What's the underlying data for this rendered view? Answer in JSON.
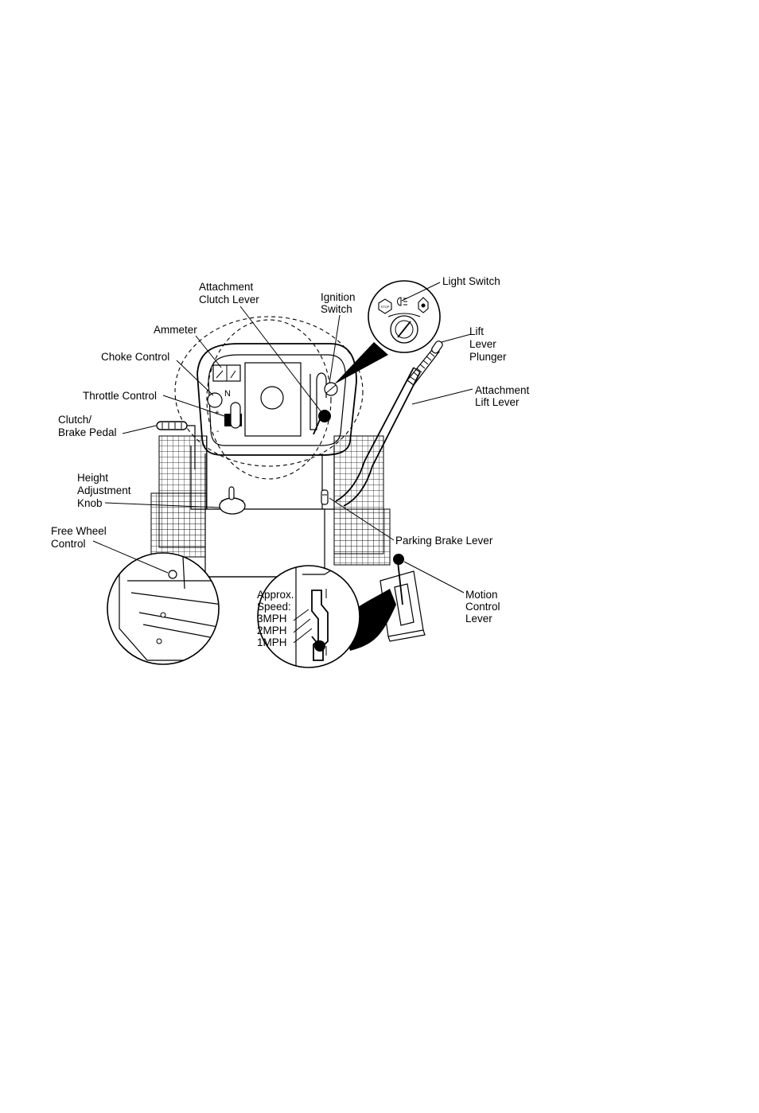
{
  "labels": {
    "attachment_clutch_lever": [
      "Attachment",
      "Clutch Lever"
    ],
    "ignition_switch": [
      "Ignition",
      "Switch"
    ],
    "light_switch": "Light Switch",
    "ammeter": "Ammeter",
    "choke_control": "Choke Control",
    "throttle_control": "Throttle Control",
    "clutch_brake_pedal": [
      "Clutch/",
      "Brake Pedal"
    ],
    "lift_lever_plunger": [
      "Lift",
      "Lever",
      "Plunger"
    ],
    "attachment_lift_lever": [
      "Attachment",
      "Lift Lever"
    ],
    "height_adjustment_knob": [
      "Height",
      "Adjustment",
      "Knob"
    ],
    "parking_brake_lever": "Parking Brake Lever",
    "free_wheel_control": [
      "Free Wheel",
      "Control"
    ],
    "motion_control_lever": [
      "Motion",
      "Control",
      "Lever"
    ]
  },
  "speed_inset": {
    "lines": [
      "Approx.",
      "Speed:",
      "3MPH",
      "2MPH",
      "1MPH"
    ]
  },
  "ignition_inset": {
    "stop_label": "STOP"
  }
}
